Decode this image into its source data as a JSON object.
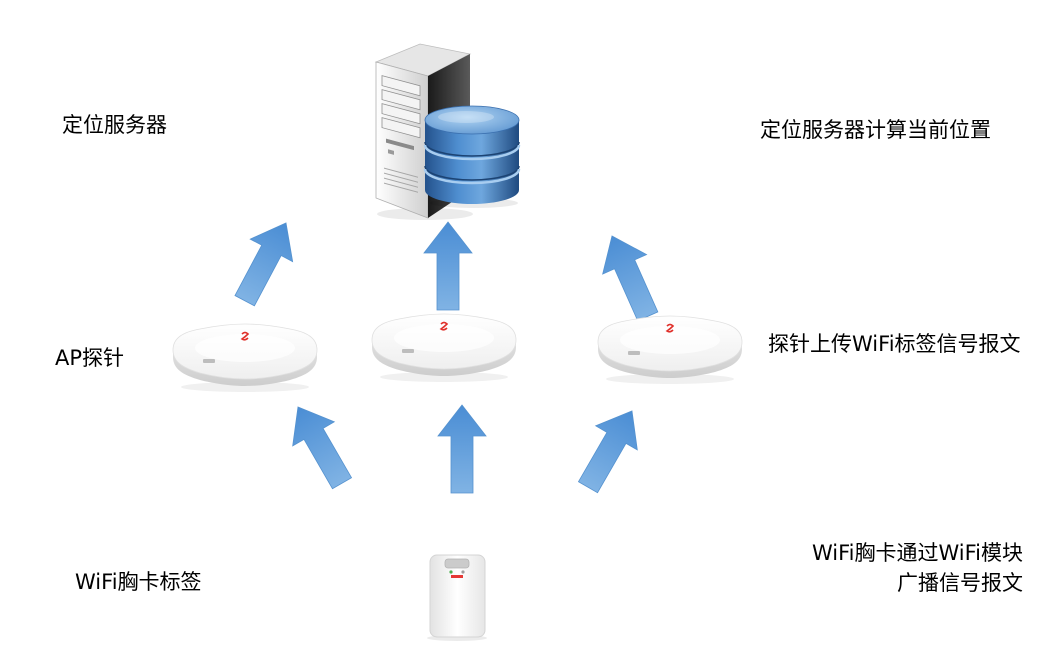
{
  "labels": {
    "server": "定位服务器",
    "server_desc": "定位服务器计算当前位置",
    "ap": "AP探针",
    "ap_desc": "探针上传WiFi标签信号报文",
    "tag": "WiFi胸卡标签",
    "tag_desc": [
      "WiFi胸卡通过WiFi模块",
      "广播信号报文"
    ]
  },
  "icons": {
    "server": "server-tower-icon",
    "database": "database-icon",
    "ap": "ap-probe-icon",
    "tag": "wifi-badge-icon",
    "arrow": "up-arrow-icon"
  },
  "colors": {
    "background": "#ffffff",
    "text": "#000000",
    "arrow": "#5b9bd5",
    "database": "#3f7fc4",
    "server_side": "#2a2a2a"
  }
}
